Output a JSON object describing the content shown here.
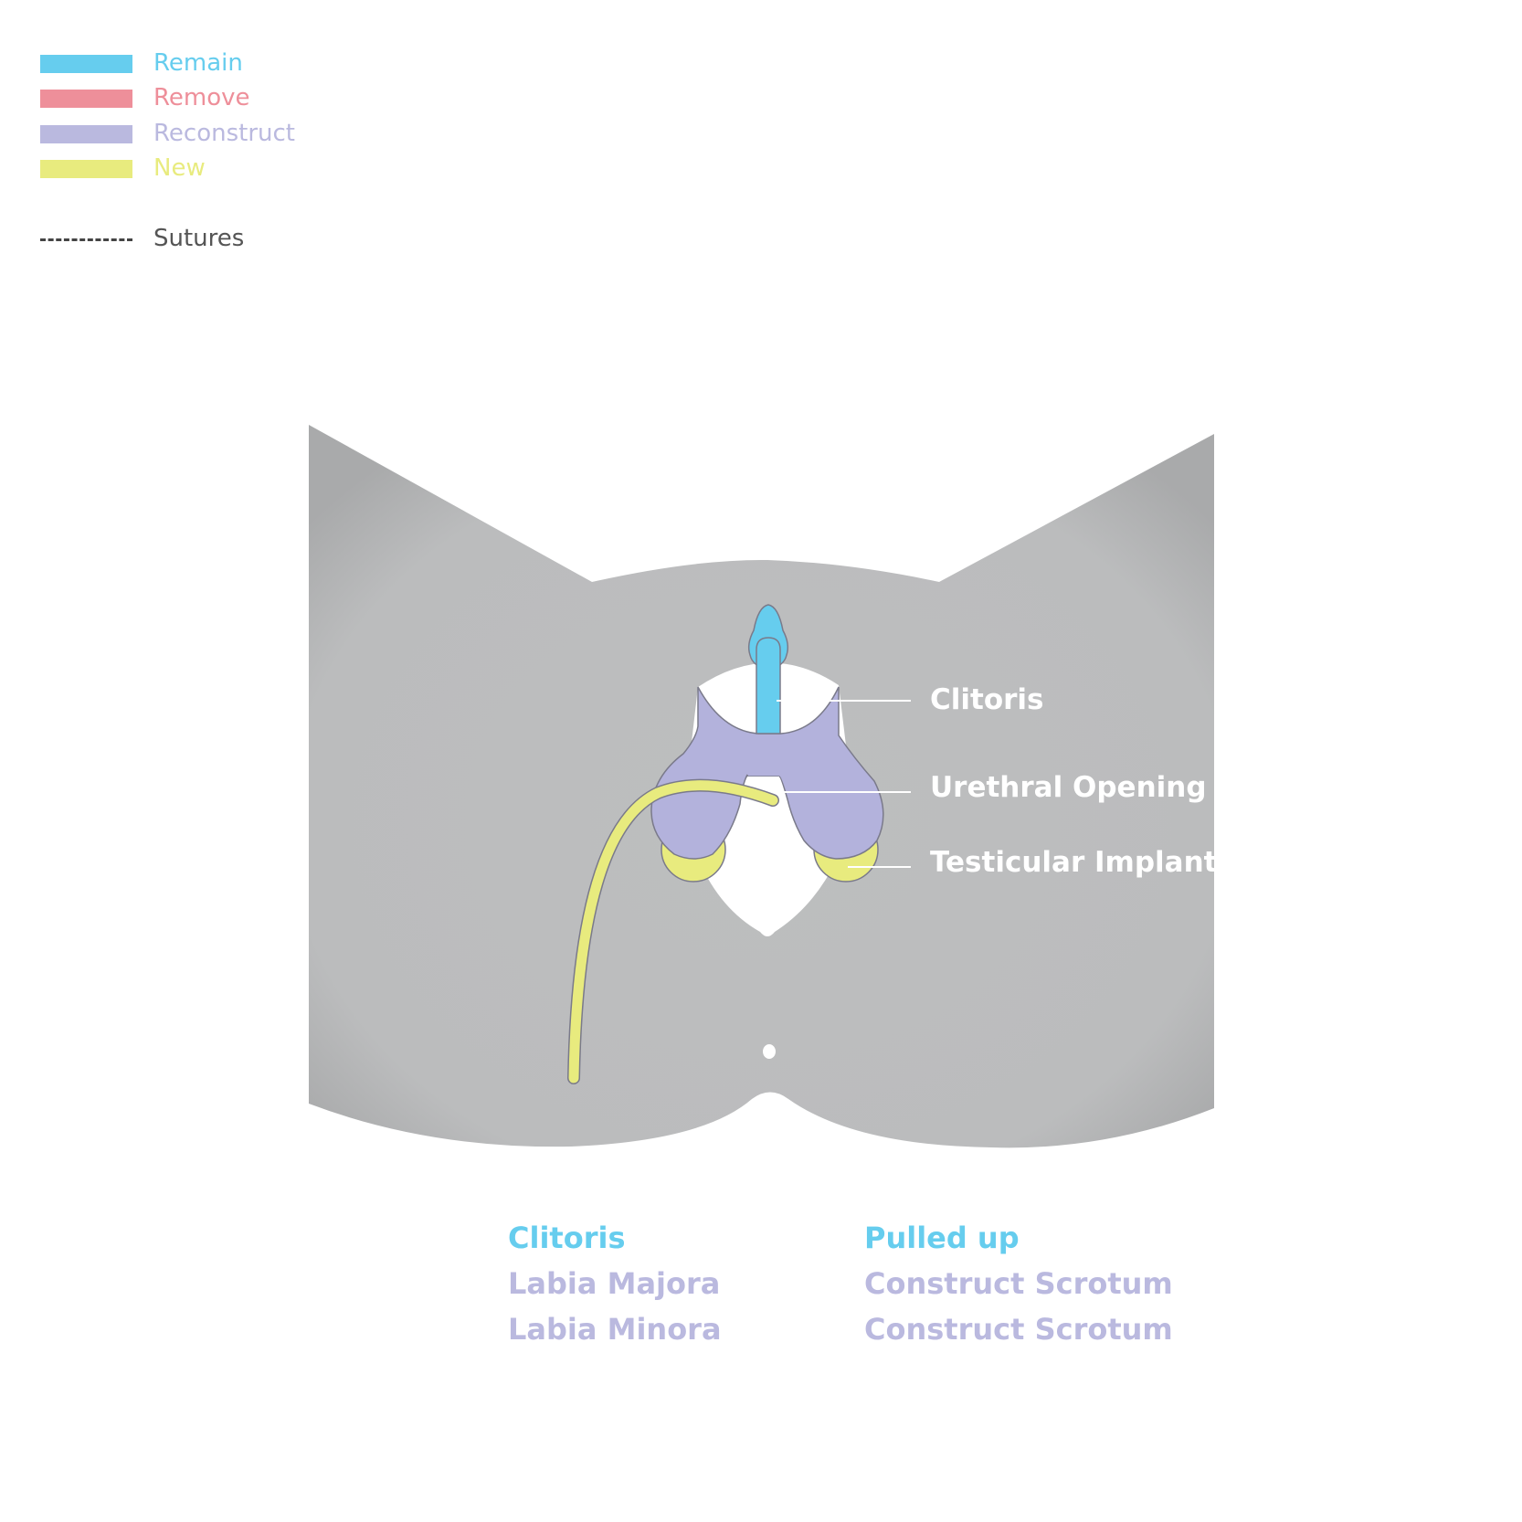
{
  "legend": {
    "items": [
      {
        "label": "Remain",
        "color": "#66cdee"
      },
      {
        "label": "Remove",
        "color": "#ee8f9a"
      },
      {
        "label": "Reconstruct",
        "color": "#bab9df"
      },
      {
        "label": "New",
        "color": "#e8eb7e"
      }
    ],
    "sutures_label": "Sutures"
  },
  "callouts": {
    "clitoris": "Clitoris",
    "urethral_opening": "Urethral Opening",
    "testicular_implant": "Testicular Implant"
  },
  "summary": {
    "rows": [
      {
        "part": "Clitoris",
        "action": "Pulled up",
        "color": "#66cdee"
      },
      {
        "part": "Labia Majora",
        "action": "Construct Scrotum",
        "color": "#bab9df"
      },
      {
        "part": "Labia Minora",
        "action": "Construct Scrotum",
        "color": "#bab9df"
      }
    ]
  },
  "colors": {
    "body": "#bbbcbd",
    "remain": "#66cdee",
    "reconstruct": "#b3b2dc",
    "new": "#e8eb7e",
    "outline": "#7a7a8a"
  }
}
